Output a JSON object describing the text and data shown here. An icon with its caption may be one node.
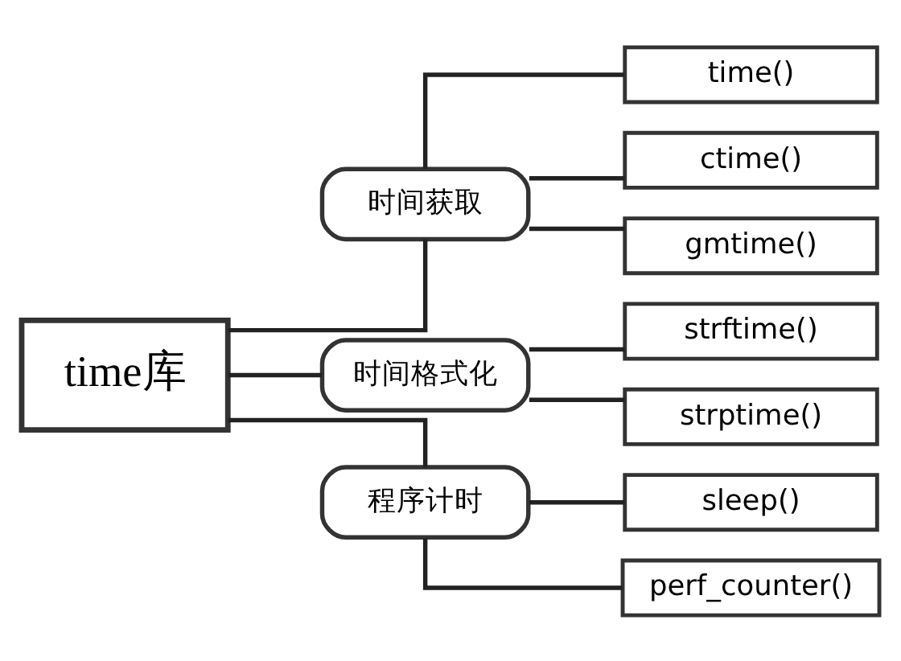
{
  "diagram": {
    "nodes": [
      {
        "text": [
          "time库"
        ]
      },
      {
        "text": [
          "时间获取"
        ]
      },
      {
        "text": [
          "time()"
        ]
      },
      {
        "text": [
          "ctime()"
        ]
      },
      {
        "text": [
          "gmtime()"
        ]
      },
      {
        "text": [
          "时间格式化"
        ]
      },
      {
        "text": [
          "strftime()"
        ]
      },
      {
        "text": [
          "strptime()"
        ]
      },
      {
        "text": [
          "程序计时"
        ]
      },
      {
        "text": [
          "sleep()"
        ]
      },
      {
        "text": [
          "perf_counter()"
        ]
      }
    ],
    "edges": [
      {
        "from": 0,
        "to": 1,
        "arrow": "none"
      },
      {
        "from": 0,
        "to": 5,
        "arrow": "none"
      },
      {
        "from": 0,
        "to": 8,
        "arrow": "none"
      },
      {
        "from": 1,
        "to": 2,
        "arrow": "none"
      },
      {
        "from": 1,
        "to": 3,
        "arrow": "none"
      },
      {
        "from": 1,
        "to": 4,
        "arrow": "none"
      },
      {
        "from": 5,
        "to": 6,
        "arrow": "none"
      },
      {
        "from": 5,
        "to": 7,
        "arrow": "none"
      },
      {
        "from": 8,
        "to": 9,
        "arrow": "none"
      },
      {
        "from": 8,
        "to": 10,
        "arrow": "none"
      }
    ]
  }
}
